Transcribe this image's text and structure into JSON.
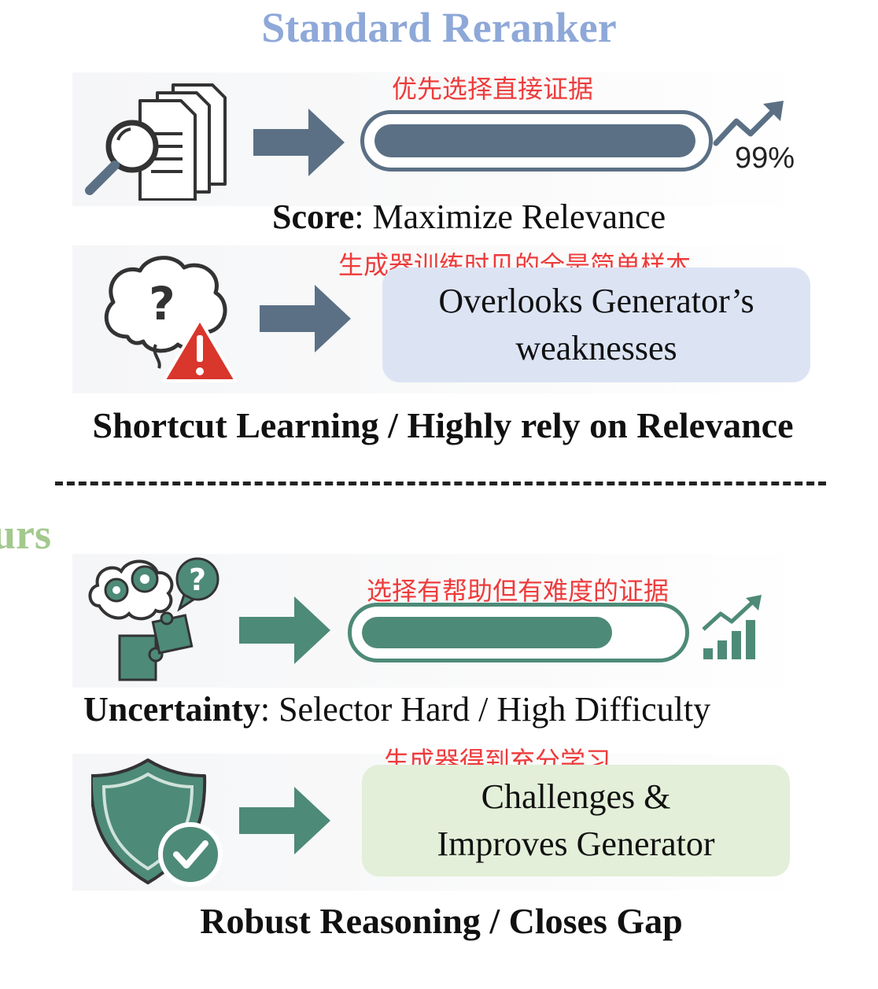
{
  "standard": {
    "title": "Standard Reranker",
    "row1": {
      "zh_note": "优先选择直接证据",
      "percent": "99%",
      "fill_fraction": 0.99,
      "caption_bold": "Score",
      "caption_rest": ": Maximize Relevance"
    },
    "row2": {
      "zh_note": "生成器训练时见的全是简单样本",
      "box_line1": "Overlooks Generator’s",
      "box_line2": "weaknesses"
    },
    "conclusion": "Shortcut Learning / Highly rely on Relevance"
  },
  "ours": {
    "title": "Ours",
    "row1": {
      "zh_note": "选择有帮助但有难度的证据",
      "fill_fraction": 0.8,
      "caption_bold": "Uncertainty",
      "caption_rest": ": Selector Hard / High Difficulty"
    },
    "row2": {
      "zh_note": "生成器得到充分学习",
      "box_line1": "Challenges &",
      "box_line2": "Improves Generator"
    },
    "conclusion": "Robust Reasoning / Closes Gap"
  },
  "colors": {
    "standard_accent": "#8ea8d8",
    "standard_gray": "#5b7085",
    "ours_accent": "#a3c98e",
    "ours_teal": "#4e8a78",
    "note_red": "#ee3b3b",
    "warning_red": "#d9362c"
  }
}
